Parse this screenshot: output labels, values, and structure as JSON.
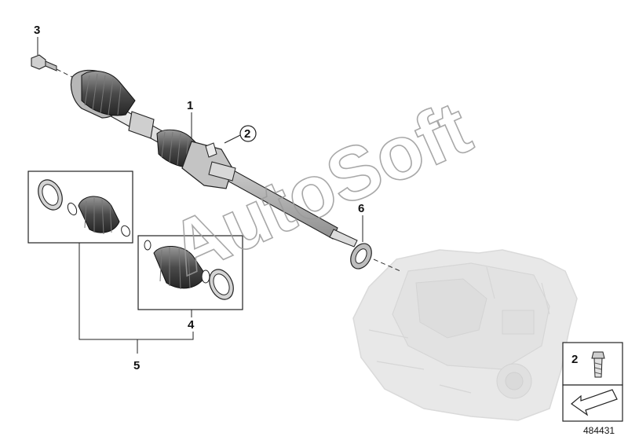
{
  "diagram": {
    "callouts": {
      "drive_shaft": "1",
      "bolt": "2",
      "axle_nut": "3",
      "inner_joint_kit": "4",
      "outer_joint_kit": "5",
      "shaft_seal": "6"
    },
    "watermark": "AutoSoft",
    "legend_part_number": "2",
    "diagram_code": "484431"
  },
  "colors": {
    "line": "#222222",
    "part_fill": "#d9d9d9",
    "part_shade": "#a8a8a8",
    "gearbox": "#d2d2d2",
    "gearbox_edge": "#b9b9b9"
  }
}
